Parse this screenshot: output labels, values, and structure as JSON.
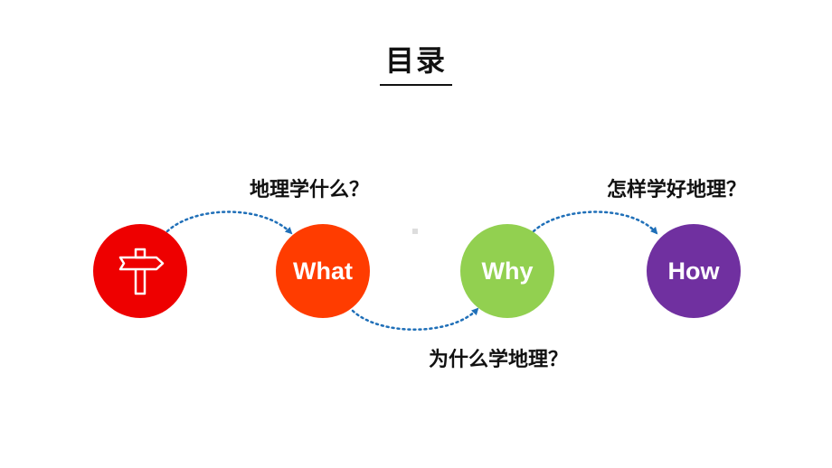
{
  "title": "目录",
  "colors": {
    "start": "#ee0000",
    "what": "#ff3c00",
    "why": "#92d050",
    "how": "#7030a0",
    "connector": "#1f6fb8"
  },
  "start_icon": "signpost-icon",
  "steps": [
    {
      "label": "What",
      "caption": "地理学什么？"
    },
    {
      "label": "Why",
      "caption": "为什么学地理？"
    },
    {
      "label": "How",
      "caption": "怎样学好地理？"
    }
  ]
}
